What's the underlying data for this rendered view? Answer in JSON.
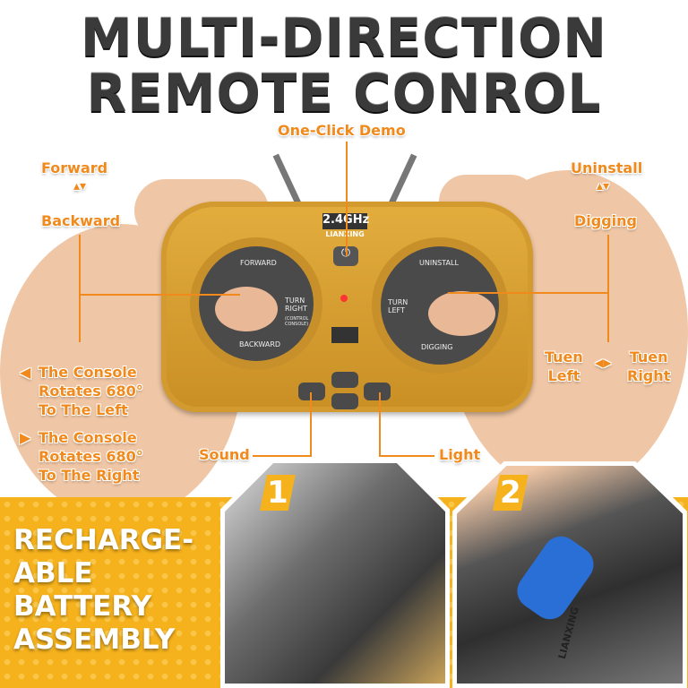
{
  "title": {
    "line1": "MULTI-DIRECTION",
    "line2": "REMOTE CONROL"
  },
  "callouts": {
    "demo": "One-Click Demo",
    "forward": "Forward",
    "backward": "Backward",
    "uninstall": "Uninstall",
    "digging": "Digging",
    "rotate_left": [
      "The Console",
      "Rotates 680°",
      "To The Left"
    ],
    "rotate_right": [
      "The Console",
      "Rotates 680°",
      "To The Right"
    ],
    "tuen_left": [
      "Tuen",
      "Left"
    ],
    "tuen_right": [
      "Tuen",
      "Right"
    ],
    "sound": "Sound",
    "light": "Light"
  },
  "remote": {
    "freq": "2.4GHz",
    "brand": "LIANXING",
    "left_stick": {
      "top": "FORWARD",
      "right": "TURN RIGHT",
      "right_sub": "(CONTROL CONSOLE)",
      "bottom": "BACKWARD"
    },
    "right_stick": {
      "top": "UNINSTALL",
      "left": "TURN LEFT",
      "bottom": "DIGGING"
    }
  },
  "battery": {
    "lines": [
      "RECHARGE-",
      "ABLE",
      "BATTERY",
      "ASSEMBLY"
    ],
    "steps": [
      "1",
      "2"
    ],
    "brand_on_tank": "LIANXING"
  },
  "colors": {
    "accent": "#f08a1c",
    "band": "#f6b21c",
    "remote": "#d9a032"
  }
}
